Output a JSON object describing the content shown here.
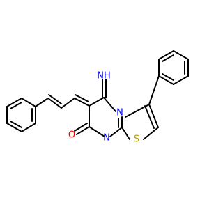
{
  "molecule": {
    "atoms": {
      "imine_n": {
        "label": "NH",
        "color": "#0000ff"
      },
      "ring_n": {
        "label": "N",
        "color": "#0000ff"
      },
      "carbonyl_o": {
        "label": "O",
        "color": "#ff0000"
      },
      "amidine_n": {
        "label": "N",
        "color": "#0000ff"
      },
      "sulfur": {
        "label": "S",
        "color": "#b8a000"
      }
    },
    "bond_color": "#000000",
    "background": "#ffffff"
  }
}
